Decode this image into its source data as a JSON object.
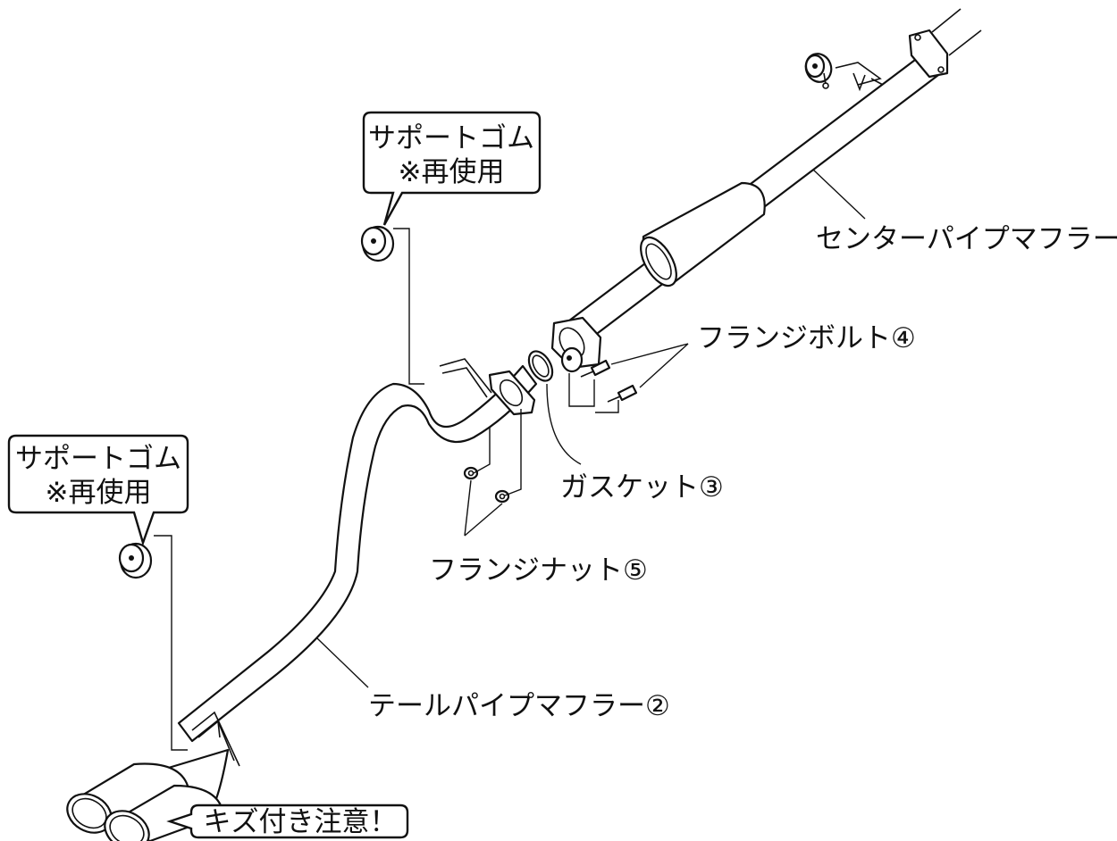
{
  "parts": {
    "center_pipe": "センターパイプマフラー①",
    "tail_pipe": "テールパイプマフラー②",
    "gasket": "ガスケット③",
    "flange_bolt": "フランジボルト④",
    "flange_nut": "フランジナット⑤"
  },
  "callouts": {
    "support_rubber_top": {
      "line1": "サポートゴム",
      "line2": "※再使用"
    },
    "support_rubber_left": {
      "line1": "サポートゴム",
      "line2": "※再使用"
    },
    "scratch_warning": "キズ付き注意！"
  }
}
